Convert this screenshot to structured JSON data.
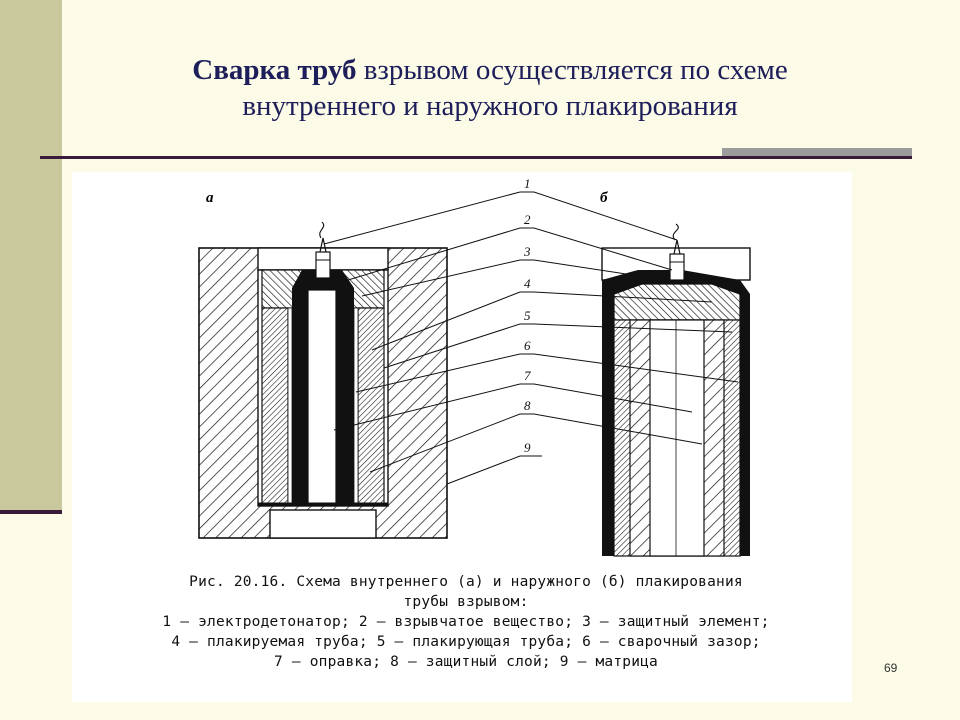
{
  "slide": {
    "title_bold": "Сварка труб",
    "title_rest": " взрывом осуществляется по схеме",
    "title_line2": "внутреннего и наружного плакирования",
    "page_number": "69"
  },
  "figure": {
    "panel_a_label": "а",
    "panel_b_label": "б",
    "callouts": [
      "1",
      "2",
      "3",
      "4",
      "5",
      "6",
      "7",
      "8",
      "9"
    ],
    "caption_line1": "Рис. 20.16. Схема внутреннего (а) и наружного (б) плакирования",
    "caption_line2": "трубы взрывом:",
    "caption_line3": "1 — электродетонатор; 2 — взрывчатое вещество; 3 — защитный элемент;",
    "caption_line4": "4 — плакируемая труба; 5 — плакирующая труба; 6 — сварочный зазор;",
    "caption_line5": "7 — оправка; 8 — защитный слой; 9 — матрица"
  }
}
